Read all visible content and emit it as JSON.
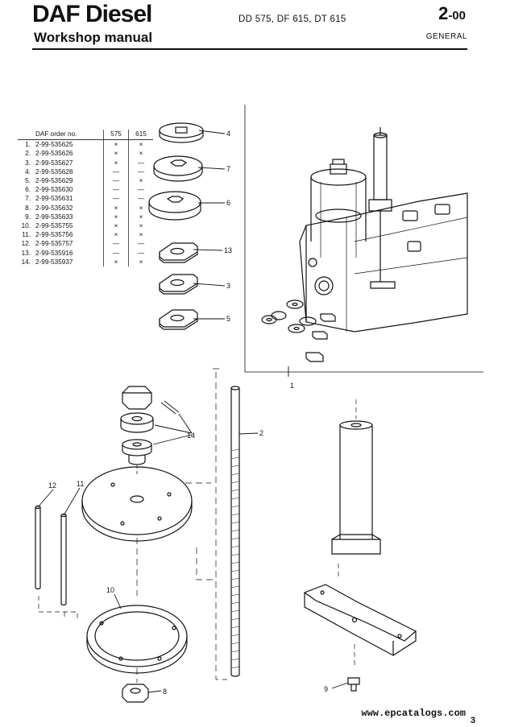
{
  "header": {
    "brand": "DAF Diesel",
    "subtitle": "Workshop manual",
    "models": "DD 575, DF 615, DT 615",
    "section_main": "2",
    "section_sub": "-00",
    "section_label": "GENERAL"
  },
  "parts_table": {
    "columns": [
      "DAF order no.",
      "575",
      "615"
    ],
    "rows": [
      {
        "n": "1.",
        "order": "2-99-535625",
        "c575": "×",
        "c615": "×"
      },
      {
        "n": "2.",
        "order": "2-99-535626",
        "c575": "×",
        "c615": "×"
      },
      {
        "n": "3.",
        "order": "2-99-535627",
        "c575": "×",
        "c615": "—"
      },
      {
        "n": "4.",
        "order": "2-99-535628",
        "c575": "—",
        "c615": "—"
      },
      {
        "n": "5.",
        "order": "2-99-535629",
        "c575": "—",
        "c615": "×"
      },
      {
        "n": "6.",
        "order": "2-99-535630",
        "c575": "—",
        "c615": "—"
      },
      {
        "n": "7.",
        "order": "2-99-535631",
        "c575": "—",
        "c615": "—"
      },
      {
        "n": "8.",
        "order": "2-99-535632",
        "c575": "×",
        "c615": "×"
      },
      {
        "n": "9.",
        "order": "2-99-535633",
        "c575": "×",
        "c615": "×"
      },
      {
        "n": "10.",
        "order": "2-99-535755",
        "c575": "×",
        "c615": "×"
      },
      {
        "n": "11.",
        "order": "2-99-535756",
        "c575": "×",
        "c615": "×"
      },
      {
        "n": "12.",
        "order": "2-99-535757",
        "c575": "—",
        "c615": "—"
      },
      {
        "n": "13.",
        "order": "2-99-535916",
        "c575": "—",
        "c615": "—"
      },
      {
        "n": "14.",
        "order": "2-99-535937",
        "c575": "×",
        "c615": "×"
      }
    ]
  },
  "callouts": {
    "c1": "1",
    "c2": "2",
    "c3": "3",
    "c4": "4",
    "c5": "5",
    "c6": "6",
    "c7": "7",
    "c8": "8",
    "c9": "9",
    "c10": "10",
    "c11": "11",
    "c12": "12",
    "c13": "13",
    "c14": "14"
  },
  "footer": {
    "website": "www.epcatalogs.com",
    "page_number": "3"
  }
}
